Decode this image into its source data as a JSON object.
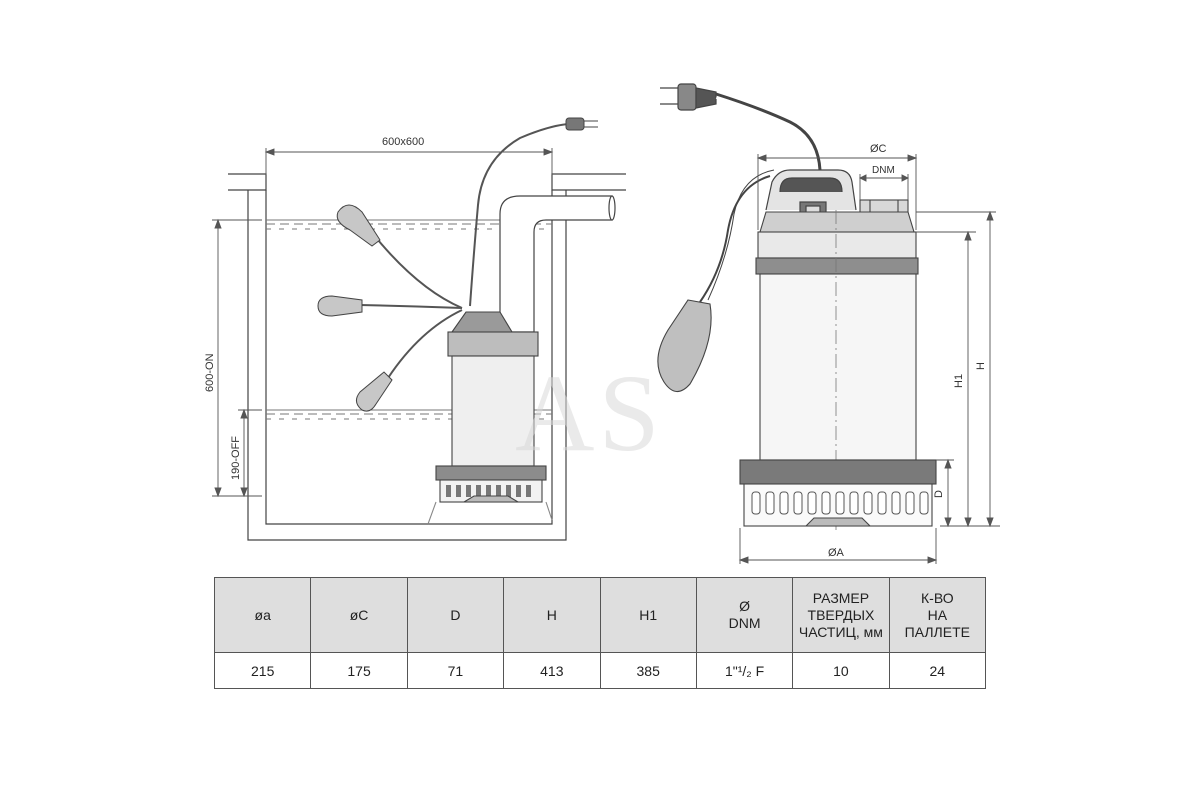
{
  "labels": {
    "pit_size": "600x600",
    "level_on": "600-ON",
    "level_off": "190-OFF",
    "dim_c": "ØC",
    "dim_dnm": "DNM",
    "dim_h1": "H1",
    "dim_h": "H",
    "dim_d": "D",
    "dim_a": "ØA"
  },
  "watermark": "AS",
  "table": {
    "headers": [
      [
        "øa"
      ],
      [
        "øC"
      ],
      [
        "D"
      ],
      [
        "H"
      ],
      [
        "H1"
      ],
      [
        "Ø",
        "DNM"
      ],
      [
        "РАЗМЕР",
        "ТВЕРДЫХ",
        "ЧАСТИЦ, мм"
      ],
      [
        "К-ВО",
        "НА",
        "ПАЛЛЕТЕ"
      ]
    ],
    "values": [
      "215",
      "175",
      "71",
      "413",
      "385",
      "1\"¹/₂ F",
      "10",
      "24"
    ]
  }
}
